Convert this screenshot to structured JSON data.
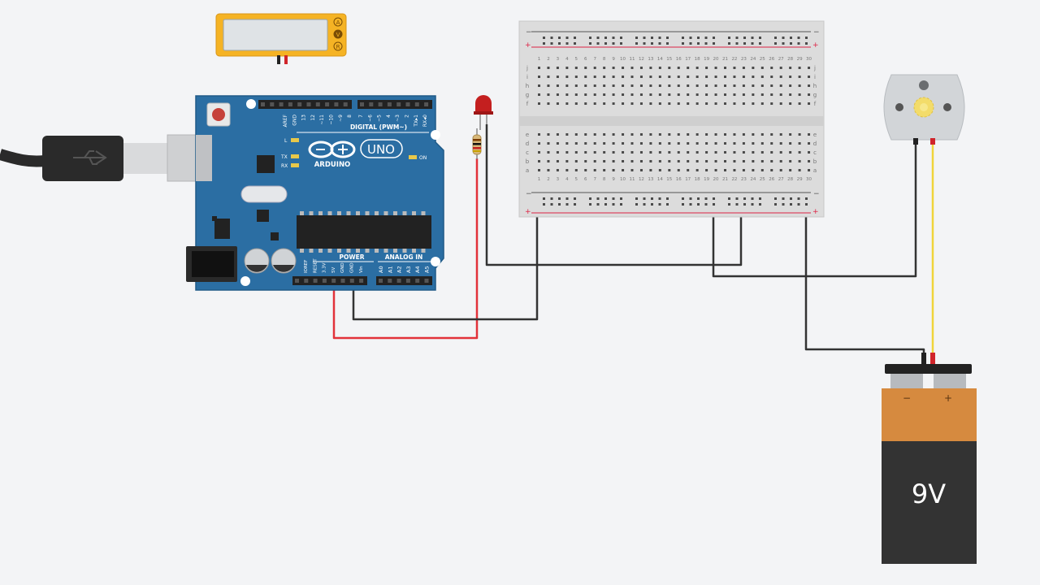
{
  "multimeter": {
    "modes": [
      "A",
      "V",
      "R"
    ]
  },
  "arduino": {
    "digital_label": "DIGITAL (PWM~)",
    "digital_pins": [
      "AREF",
      "GND",
      "13",
      "12",
      "~11",
      "~10",
      "~9",
      "8",
      "7",
      "~6",
      "~5",
      "4",
      "~3",
      "2",
      "TX▸1",
      "RX◂0"
    ],
    "led_labels": [
      "L",
      "TX",
      "RX"
    ],
    "on_label": "ON",
    "brand": "ARDUINO",
    "model": "UNO",
    "power_label": "POWER",
    "analog_label": "ANALOG IN",
    "power_pins": [
      "IOREF",
      "RESET",
      "3.3V",
      "5V",
      "GND",
      "GND",
      "Vin"
    ],
    "analog_pins": [
      "A0",
      "A1",
      "A2",
      "A3",
      "A4",
      "A5"
    ]
  },
  "breadboard": {
    "rows_top": [
      "j",
      "i",
      "h",
      "g",
      "f"
    ],
    "rows_bottom": [
      "e",
      "d",
      "c",
      "b",
      "a"
    ],
    "rail_minus": "−",
    "rail_plus": "+",
    "columns": [
      "1",
      "2",
      "3",
      "4",
      "5",
      "6",
      "7",
      "8",
      "9",
      "10",
      "11",
      "12",
      "13",
      "14",
      "15",
      "16",
      "17",
      "18",
      "19",
      "20",
      "21",
      "22",
      "23",
      "24",
      "25",
      "26",
      "27",
      "28",
      "29",
      "30"
    ]
  },
  "battery": {
    "label": "9V",
    "neg": "−",
    "pos": "+"
  },
  "colors": {
    "arduino_blue": "#2b6ea3",
    "wire_black": "#333333",
    "wire_red": "#e2323a",
    "wire_yellow": "#f0d43a",
    "battery_orange": "#d68a3f",
    "battery_black": "#333333",
    "multimeter_yellow": "#f5b324",
    "led_red": "#c41f1f"
  }
}
